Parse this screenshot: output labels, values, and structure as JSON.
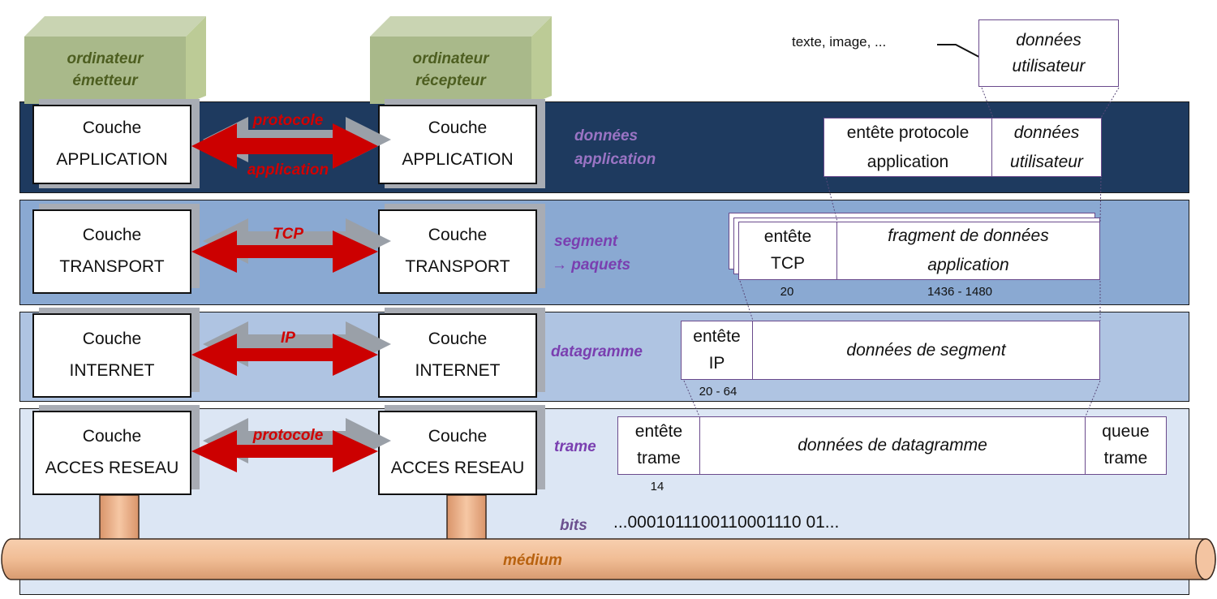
{
  "computers": {
    "sender": [
      "ordinateur",
      "émetteur"
    ],
    "receiver": [
      "ordinateur",
      "récepteur"
    ]
  },
  "layers": [
    {
      "word": "Couche",
      "name": "APPLICATION",
      "proto": [
        "protocole",
        "application"
      ],
      "label": [
        "données",
        "application"
      ]
    },
    {
      "word": "Couche",
      "name": "TRANSPORT",
      "proto": [
        "TCP"
      ],
      "label": [
        "segment",
        "→ paquets"
      ]
    },
    {
      "word": "Couche",
      "name": "INTERNET",
      "proto": [
        "IP"
      ],
      "label": [
        "datagramme"
      ]
    },
    {
      "word": "Couche",
      "name": "ACCES RESEAU",
      "proto": [
        "protocole"
      ],
      "label": [
        "trame"
      ]
    }
  ],
  "user_data": {
    "example": "texte, image, ...",
    "title": [
      "données",
      "utilisateur"
    ]
  },
  "application_row": {
    "header": [
      "entête protocole",
      "application"
    ],
    "data": [
      "données",
      "utilisateur"
    ]
  },
  "transport_row": {
    "header": [
      "entête",
      "TCP"
    ],
    "data": [
      "fragment de données",
      "application"
    ],
    "header_size": "20",
    "data_size": "1436 - 1480"
  },
  "internet_row": {
    "header": [
      "entête",
      "IP"
    ],
    "data": "données de segment",
    "header_size": "20 - 64"
  },
  "network_row": {
    "header": [
      "entête",
      "trame"
    ],
    "data": "données de datagramme",
    "trailer": [
      "queue",
      "trame"
    ],
    "header_size": "14"
  },
  "bits": {
    "label": "bits",
    "value": "...0001011100110001110 01..."
  },
  "medium": "médium",
  "colors": {
    "application_band": "#1e3a5f",
    "transport_band": "#8aa9d2",
    "internet_band": "#afc4e2",
    "network_band": "#dce6f4",
    "cable": "#f1bd95",
    "arrow": "#cc0000",
    "computer": "#a9b98a"
  }
}
